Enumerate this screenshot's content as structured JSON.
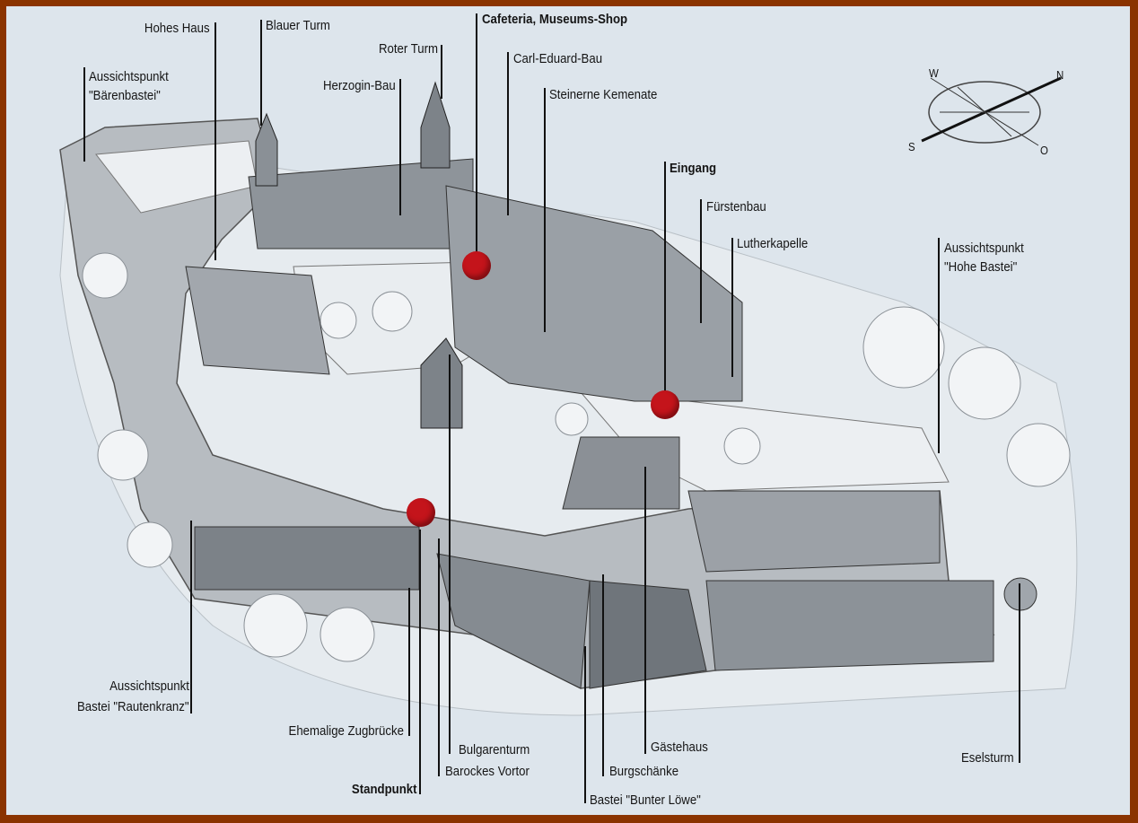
{
  "labels": {
    "hohes_haus": "Hohes Haus",
    "blauer_turm": "Blauer Turm",
    "roter_turm": "Roter Turm",
    "cafeteria": "Cafeteria, Museums-Shop",
    "carl_eduard_bau": "Carl-Eduard-Bau",
    "steinerne_kemenate": "Steinerne Kemenate",
    "baerenbastei_1": "Aussichtspunkt",
    "baerenbastei_2": "\"Bärenbastei\"",
    "herzogin_bau": "Herzogin-Bau",
    "eingang": "Eingang",
    "fuerstenbau": "Fürstenbau",
    "lutherkapelle": "Lutherkapelle",
    "hohe_bastei_1": "Aussichtspunkt",
    "hohe_bastei_2": "\"Hohe Bastei\"",
    "rautenkranz_1": "Aussichtspunkt",
    "rautenkranz_2": "Bastei \"Rautenkranz\"",
    "zugbruecke": "Ehemalige Zugbrücke",
    "standpunkt": "Standpunkt",
    "bulgarenturm": "Bulgarenturm",
    "barockes_vortor": "Barockes Vortor",
    "burgschaenke": "Burgschänke",
    "bunter_loewe": "Bastei \"Bunter Löwe\"",
    "gaestehaus": "Gästehaus",
    "eselsturm": "Eselsturm"
  },
  "compass": {
    "n": "N",
    "s": "S",
    "w": "W",
    "o": "O"
  },
  "colors": {
    "frame": "#8a3300",
    "marker": "#c4141b",
    "background": "#dde5ec"
  }
}
